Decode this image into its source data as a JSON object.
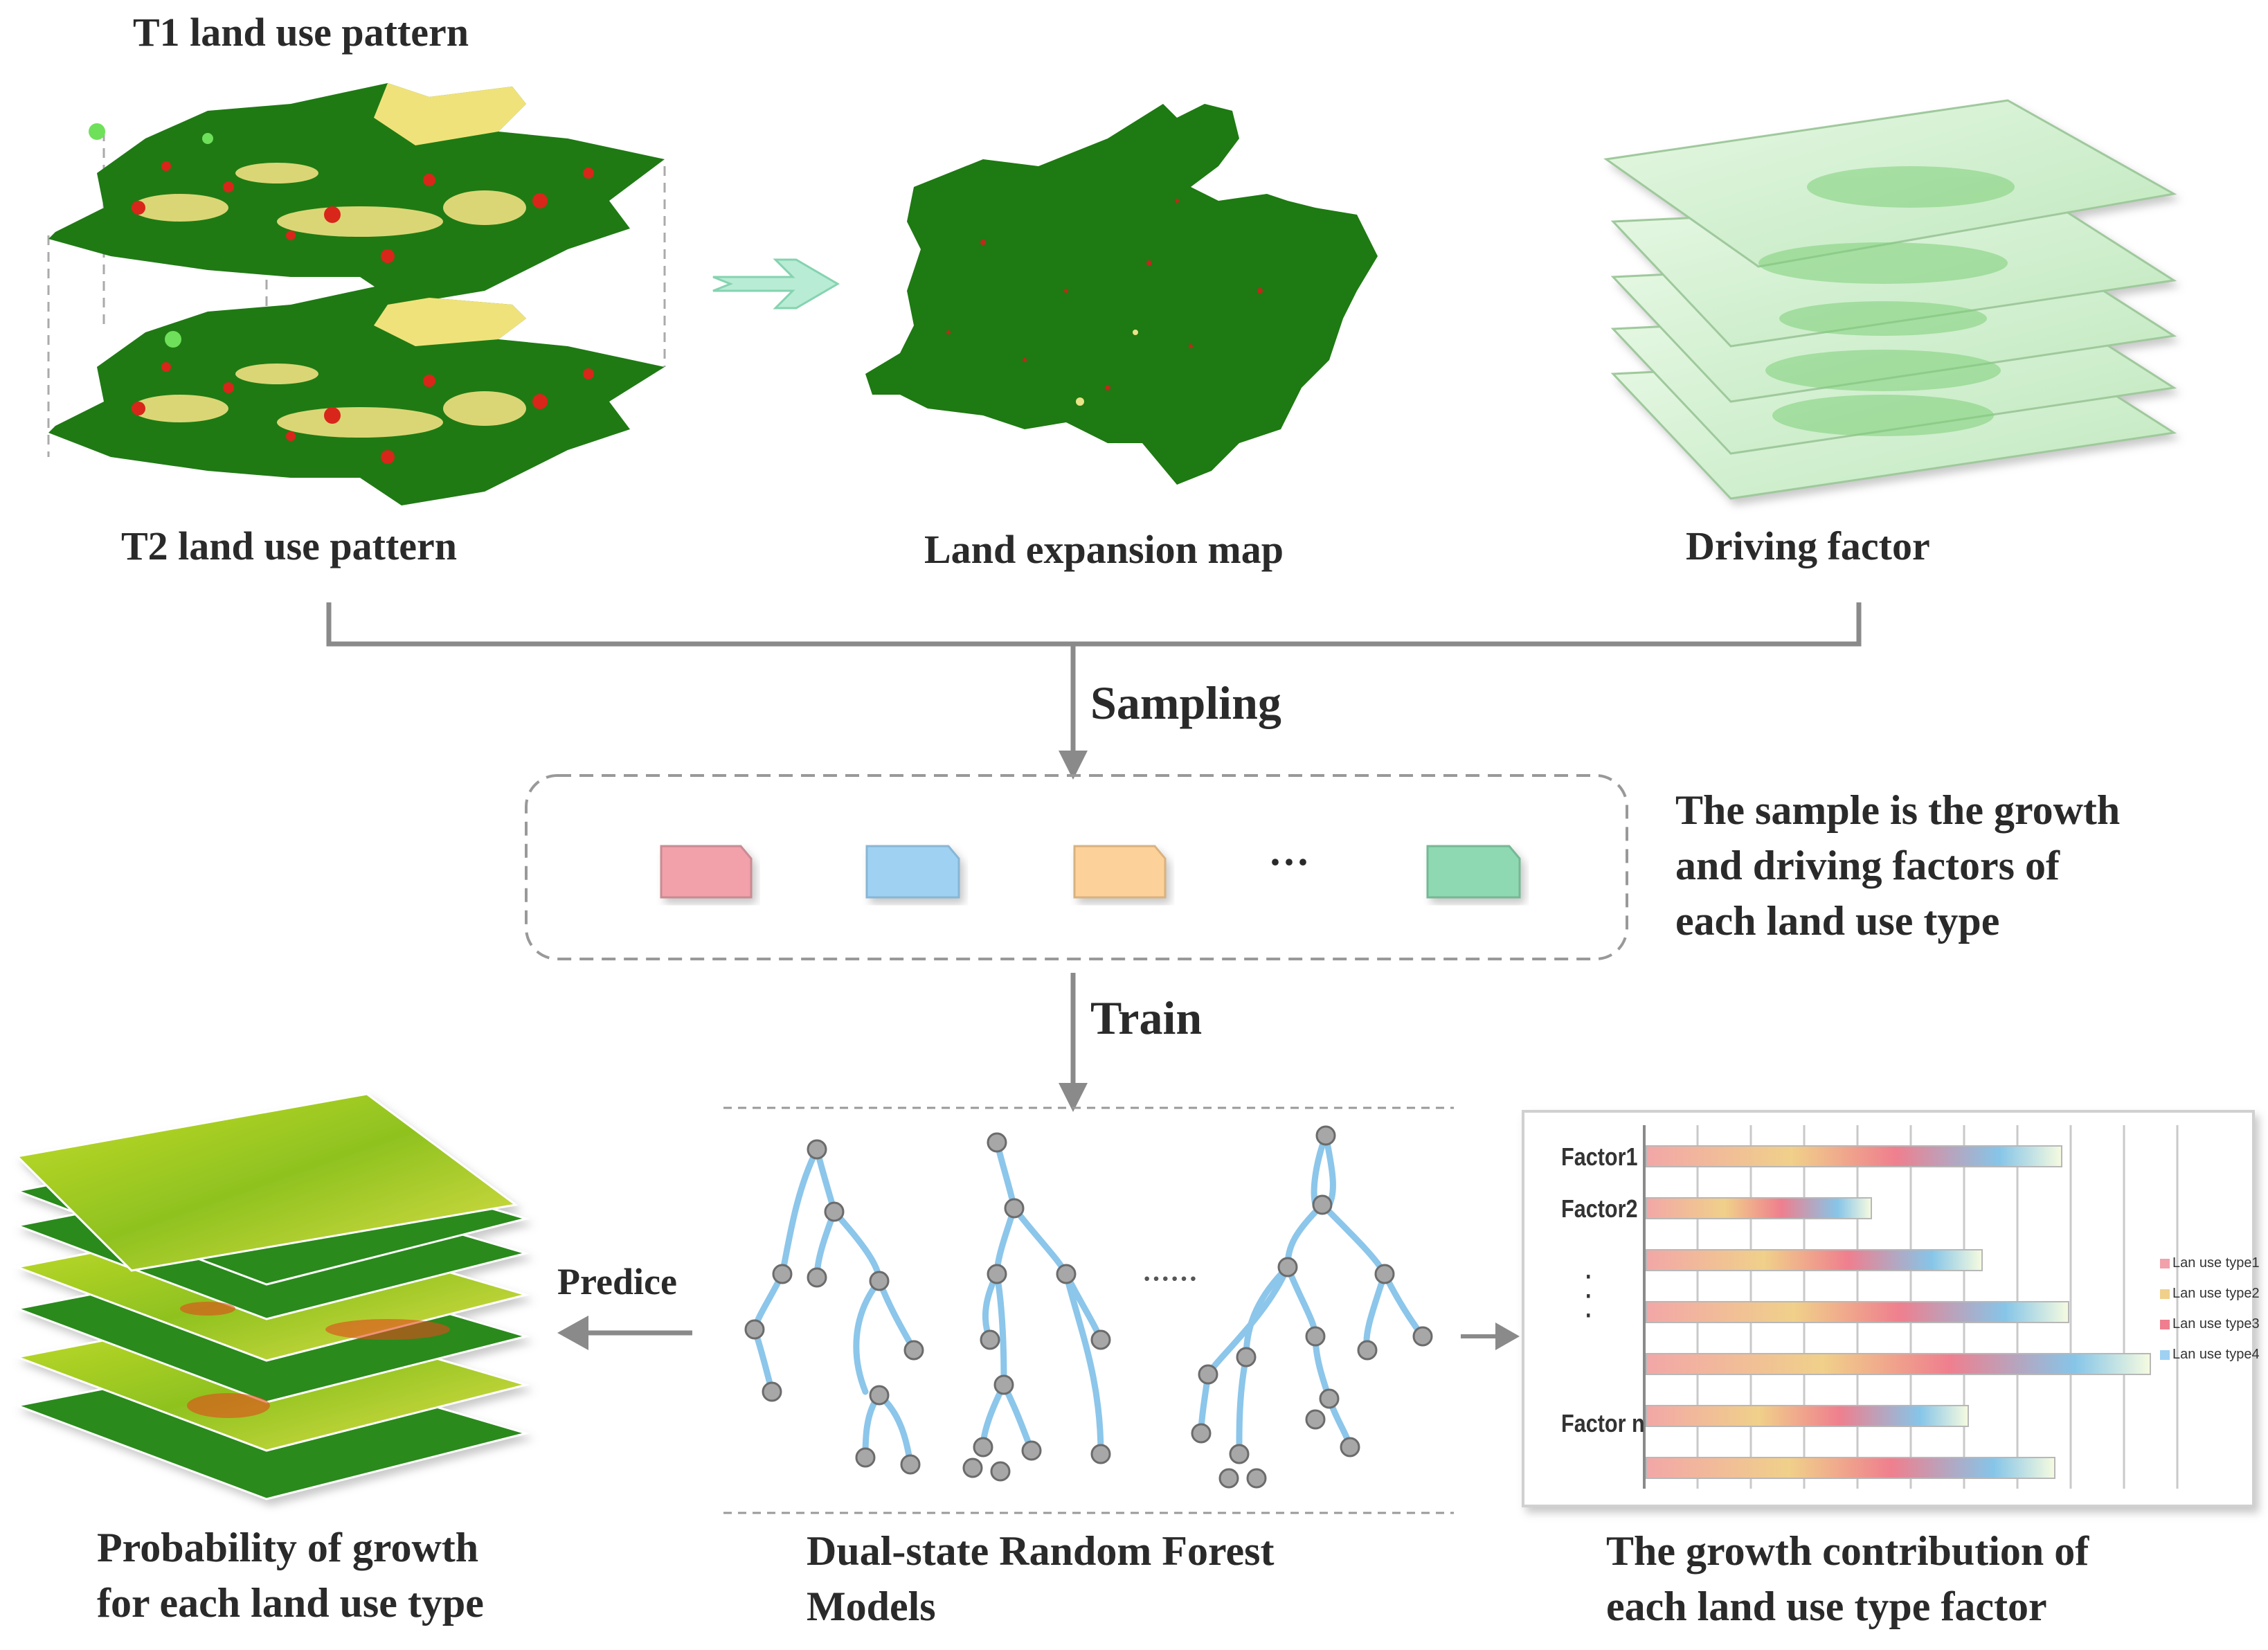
{
  "maps": {
    "t1_label": "T1 land use pattern",
    "t2_label": "T2 land use pattern",
    "expansion_label": "Land expansion map",
    "driving_label": "Driving factor"
  },
  "flow": {
    "sampling_label": "Sampling",
    "train_label": "Train",
    "predict_label": "Predice",
    "ellipsis": "···",
    "dots": "······"
  },
  "sample_box": {
    "note_line1": "The sample is the growth",
    "note_line2": "and driving factors of",
    "note_line3": "each land use type",
    "colors": [
      "#f2a0aa",
      "#9fd1f2",
      "#fdd29a",
      "#8fd9b2"
    ]
  },
  "bottom": {
    "probability_line1": "Probability of growth",
    "probability_line2": "for each land use type",
    "forest_line1": "Dual-state Random Forest",
    "forest_line2": "Models",
    "contribution_line1": "The growth contribution of",
    "contribution_line2": "each land use type factor"
  },
  "contribution_chart": {
    "factor_labels": [
      "Factor1",
      "Factor2",
      "Factor n"
    ],
    "vertical_dots": "·\n·\n·",
    "legend": [
      "Lan use type1",
      "Lan use type2",
      "Lan use type3",
      "Lan use type4"
    ],
    "legend_colors": [
      "#f2a0aa",
      "#f0d08a",
      "#ef7f8e",
      "#9fd1f2"
    ]
  }
}
